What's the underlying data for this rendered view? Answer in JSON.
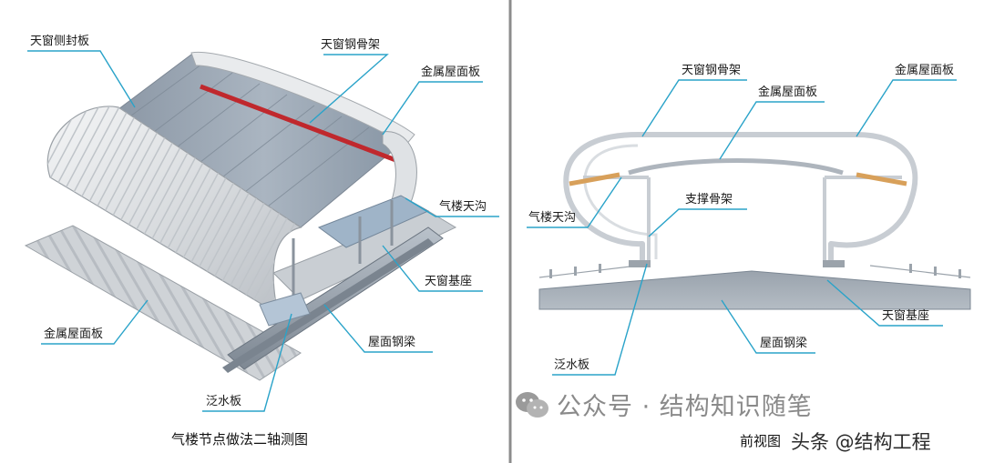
{
  "left_panel": {
    "caption": "气楼节点做法二轴测图",
    "labels": {
      "side_panel": "天窗侧封板",
      "steel_frame": "天窗钢骨架",
      "metal_roof_top": "金属屋面板",
      "gutter": "气楼天沟",
      "base": "天窗基座",
      "metal_roof_bottom": "金属屋面板",
      "steel_beam": "屋面钢梁",
      "flashing": "泛水板"
    }
  },
  "right_panel": {
    "caption": "前视图",
    "labels": {
      "steel_frame": "天窗钢骨架",
      "metal_roof_right": "金属屋面板",
      "metal_roof_center": "金属屋面板",
      "gutter": "气楼天沟",
      "support_frame": "支撑骨架",
      "base": "天窗基座",
      "steel_beam": "屋面钢梁",
      "flashing": "泛水板"
    }
  },
  "watermarks": {
    "wechat": "公众号 · 结构知识随笔",
    "toutiao": "头条 @结构工程"
  },
  "colors": {
    "leader": "#2aa3c9",
    "divider": "#8c8c8c",
    "frame": "#c8cdd3",
    "roof": "#9aa3ad"
  }
}
